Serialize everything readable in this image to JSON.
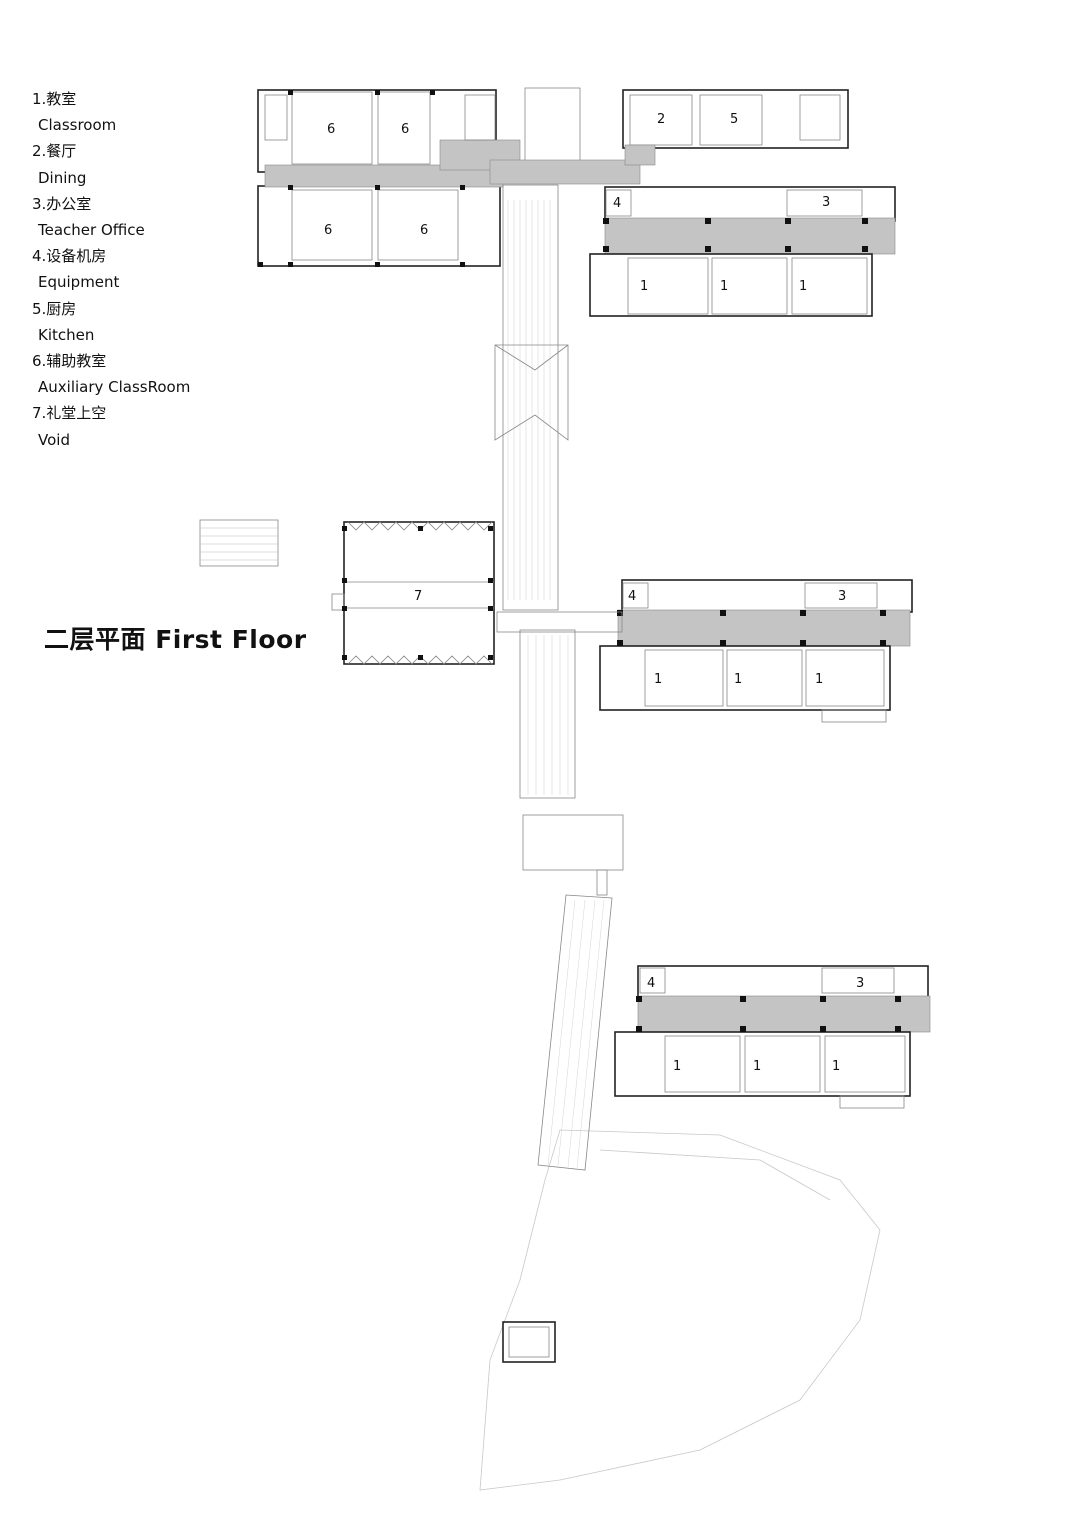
{
  "legend": {
    "items": [
      {
        "zh": "1.教室",
        "en": "Classroom"
      },
      {
        "zh": "2.餐厅",
        "en": "Dining"
      },
      {
        "zh": "3.办公室",
        "en": "Teacher Office"
      },
      {
        "zh": "4.设备机房",
        "en": "Equipment"
      },
      {
        "zh": "5.厨房",
        "en": "Kitchen"
      },
      {
        "zh": "6.辅助教室",
        "en": "Auxiliary ClassRoom"
      },
      {
        "zh": "7.礼堂上空",
        "en": "Void"
      }
    ]
  },
  "title": "二层平面 First Floor",
  "room_labels": {
    "classroom": "1",
    "dining": "2",
    "office": "3",
    "equipment": "4",
    "kitchen": "5",
    "auxiliary": "6",
    "void": "7"
  },
  "colors": {
    "wall": "#222222",
    "corridor": "#c4c4c4",
    "background": "#ffffff"
  }
}
